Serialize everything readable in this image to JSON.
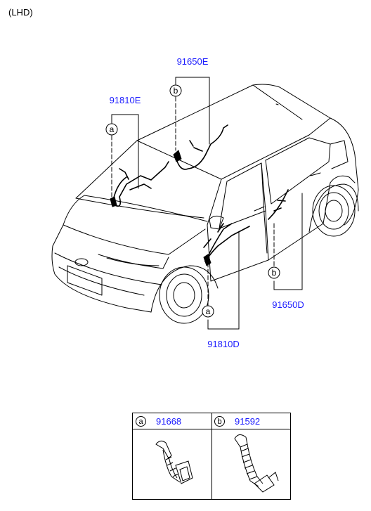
{
  "variant": "(LHD)",
  "callouts": {
    "top_right_part": "91650E",
    "top_left_part": "91810E",
    "bottom_right_part": "91650D",
    "bottom_center_part": "91810D",
    "letter_a": "a",
    "letter_b": "b"
  },
  "legend": {
    "cells": [
      {
        "letter": "a",
        "part": "91668",
        "icon": "grommet-icon"
      },
      {
        "letter": "b",
        "part": "91592",
        "icon": "corrugated-tube-icon"
      }
    ]
  }
}
